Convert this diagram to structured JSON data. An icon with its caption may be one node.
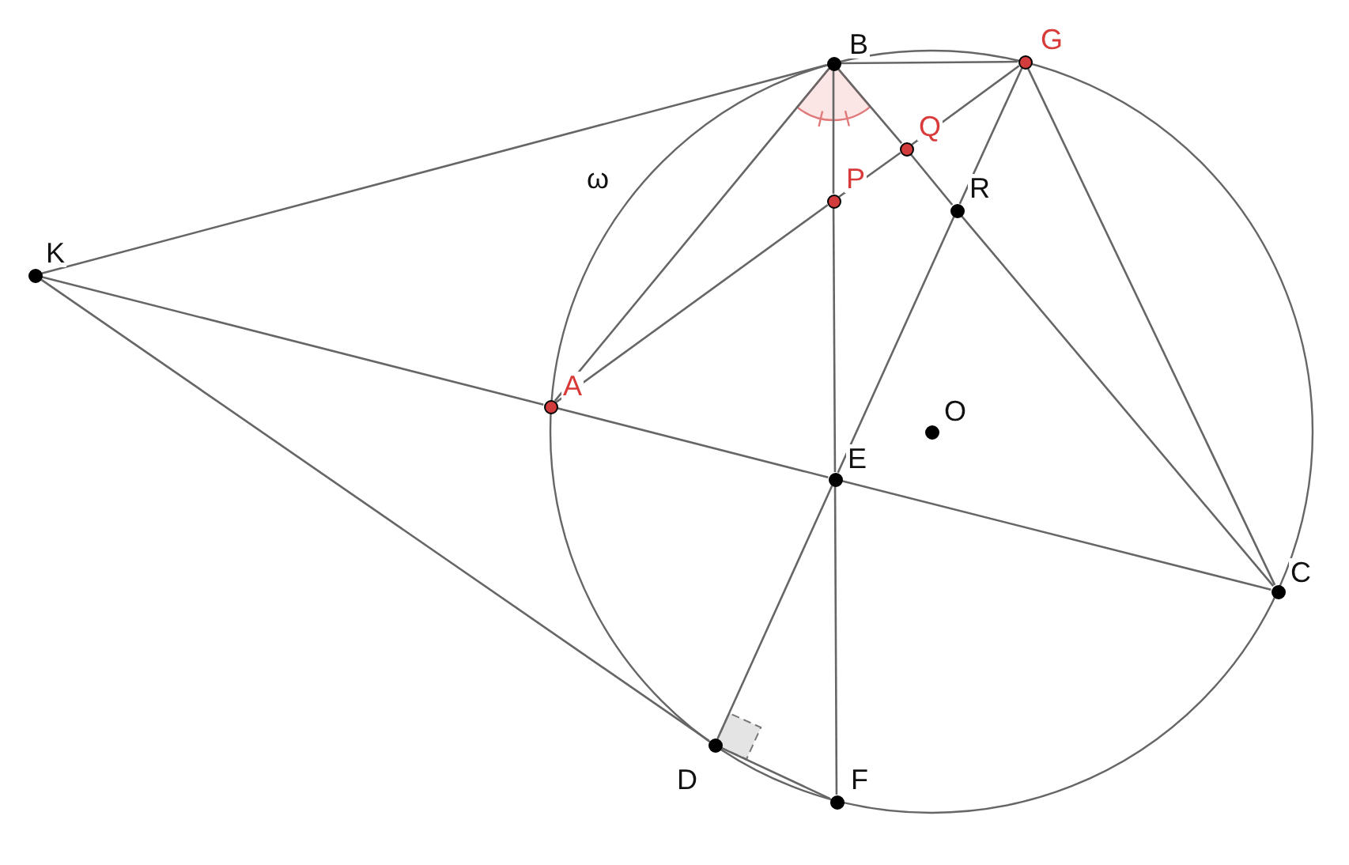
{
  "diagram": {
    "nodes": [
      {
        "text": [
          "B"
        ]
      },
      {
        "text": [
          "G"
        ]
      },
      {
        "text": [
          "Q"
        ]
      },
      {
        "text": [
          "P"
        ]
      },
      {
        "text": [
          "R"
        ]
      },
      {
        "text": [
          "K"
        ]
      },
      {
        "text": [
          "A"
        ]
      },
      {
        "text": [
          "O"
        ]
      },
      {
        "text": [
          "E"
        ]
      },
      {
        "text": [
          "C"
        ]
      },
      {
        "text": [
          "D"
        ]
      },
      {
        "text": [
          "F"
        ]
      }
    ],
    "edges": [
      {
        "from": 5,
        "to": 0,
        "arrow": "none"
      },
      {
        "from": 0,
        "to": 1,
        "arrow": "none"
      },
      {
        "from": 0,
        "to": 6,
        "arrow": "none"
      },
      {
        "from": 0,
        "to": 2,
        "arrow": "none"
      },
      {
        "from": 2,
        "to": 4,
        "arrow": "none"
      },
      {
        "from": 4,
        "to": 9,
        "arrow": "none"
      },
      {
        "from": 0,
        "to": 3,
        "arrow": "none"
      },
      {
        "from": 3,
        "to": 8,
        "arrow": "none"
      },
      {
        "from": 8,
        "to": 11,
        "arrow": "none"
      },
      {
        "from": 6,
        "to": 3,
        "arrow": "none"
      },
      {
        "from": 3,
        "to": 2,
        "arrow": "none"
      },
      {
        "from": 2,
        "to": 1,
        "arrow": "none"
      },
      {
        "from": 1,
        "to": 4,
        "arrow": "none"
      },
      {
        "from": 4,
        "to": 8,
        "arrow": "none"
      },
      {
        "from": 8,
        "to": 10,
        "arrow": "none"
      },
      {
        "from": 1,
        "to": 9,
        "arrow": "none"
      },
      {
        "from": 5,
        "to": 6,
        "arrow": "none"
      },
      {
        "from": 6,
        "to": 8,
        "arrow": "none"
      },
      {
        "from": 8,
        "to": 9,
        "arrow": "none"
      },
      {
        "from": 5,
        "to": 10,
        "arrow": "none"
      },
      {
        "from": 10,
        "to": 11,
        "arrow": "none"
      }
    ],
    "labels": [
      "ω"
    ]
  }
}
